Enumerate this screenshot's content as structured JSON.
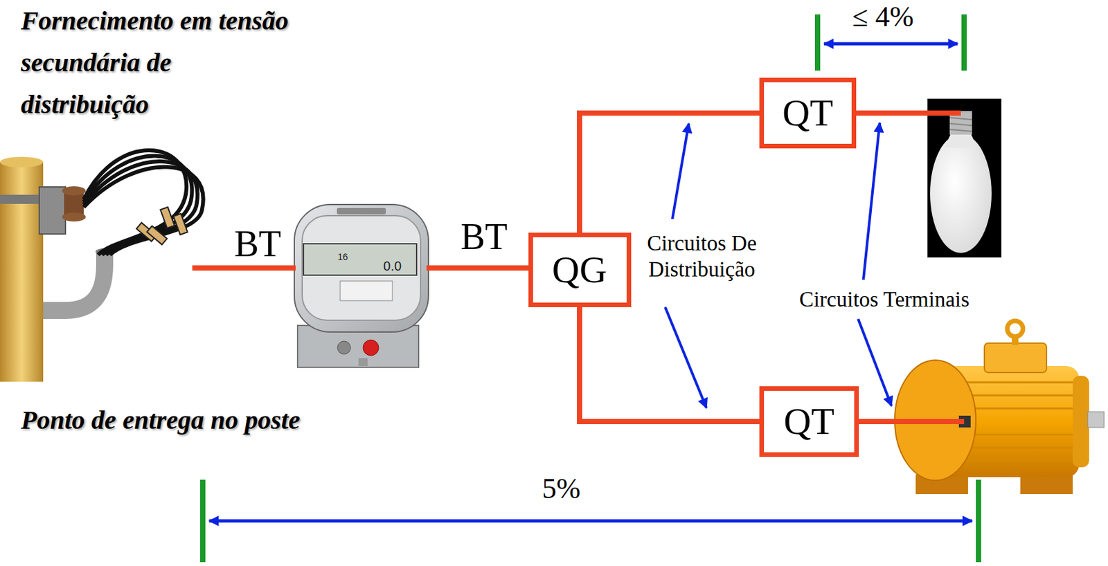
{
  "diagram": {
    "nodes": [
      {
        "text": [
          "QG"
        ]
      },
      {
        "text": [
          "QT"
        ]
      },
      {
        "text": [
          "QT"
        ]
      }
    ],
    "edges": [
      {
        "from": 0,
        "to": 1,
        "arrow": "none"
      },
      {
        "from": 0,
        "to": 2,
        "arrow": "none"
      }
    ],
    "labels": [
      "Fornecimento em tensão secundária de distribuição",
      "Ponto de entrega no poste",
      "BT",
      "BT",
      "16",
      "0.0",
      "Circuitos De Distribuição",
      "Circuitos Terminais",
      "≤ 4%",
      "5%"
    ]
  }
}
